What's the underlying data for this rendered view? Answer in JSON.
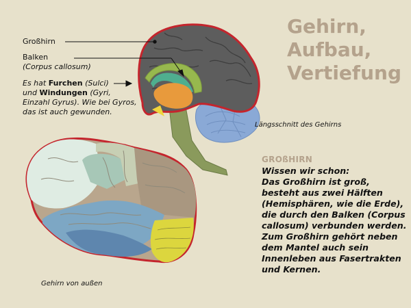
{
  "title": {
    "line1": "Gehirn,",
    "line2": "Aufbau,",
    "line3": "Vertiefung"
  },
  "labels": {
    "grosshirn": "Großhirn",
    "balken": "Balken",
    "balken_latin": "(Corpus callosum)",
    "furchen_line1_pre": "Es hat ",
    "furchen_line1_bold": "Furchen",
    "furchen_line1_post": " (Sulci)",
    "furchen_line2_pre": "und ",
    "furchen_line2_bold": "Windungen",
    "furchen_line2_post": " (Gyri,",
    "furchen_line3": "Einzahl Gyrus). Wie bei Gyros,",
    "furchen_line4": "das ist auch gewunden.",
    "caption_sagittal": "Längsschnitt des Gehirns",
    "caption_outside": "Gehirn von außen"
  },
  "info": {
    "heading": "GROßHIRN",
    "line1": "Wissen wir schon:",
    "body": "Das Großhirn ist groß, besteht aus zwei Hälften (Hemisphären, wie die Erde), die durch den Balken (Corpus callosum) verbunden werden. Zum Großhirn gehört neben dem Mantel auch sein Innenleben aus Fasertrakten und Kernen."
  },
  "colors": {
    "background": "#e7e1cb",
    "outline": "#c4252d",
    "cortex": "#5d5d5d",
    "cerebellum": "#8aa9d6",
    "brainstem": "#8a9a5c",
    "title": "#b4a28c"
  }
}
